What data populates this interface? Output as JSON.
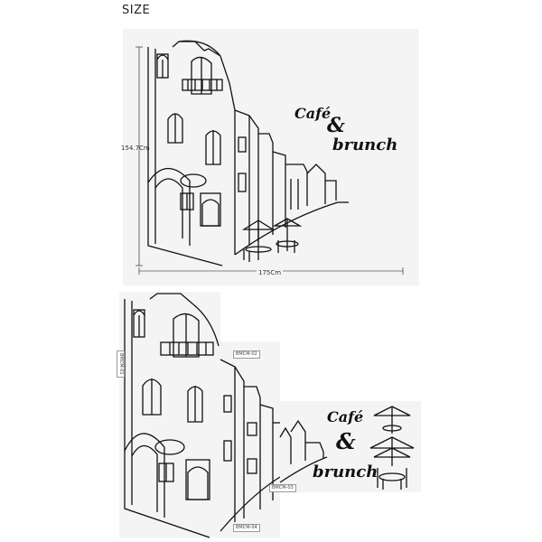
{
  "header": {
    "title": "SIZE"
  },
  "top_image": {
    "text_cafe": "Café",
    "text_amp": "&",
    "text_brunch": "brunch",
    "height_label": "154.7Cm",
    "width_label": "175Cm"
  },
  "bottom_image": {
    "text_cafe": "Café",
    "text_amp": "&",
    "text_brunch": "brunch",
    "tags": [
      "BMCM-01",
      "BMCM-02",
      "BMCM-03",
      "BMCM-04"
    ]
  }
}
